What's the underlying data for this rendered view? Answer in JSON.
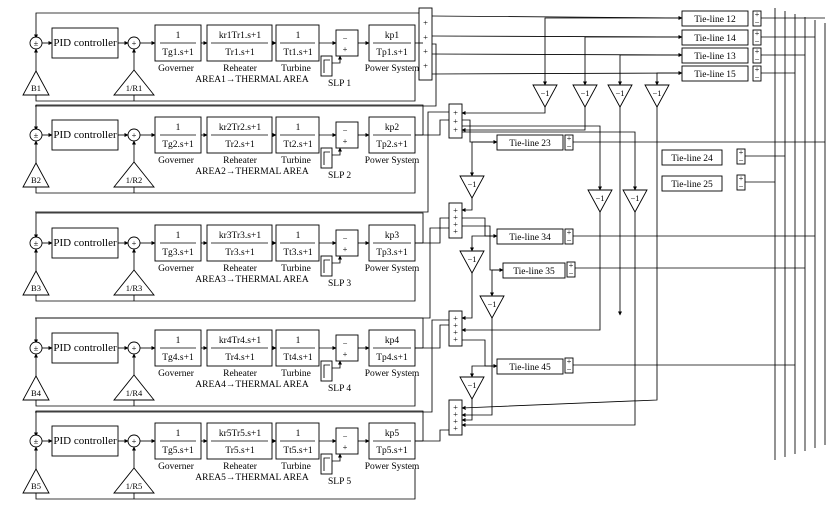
{
  "areas": [
    {
      "pid": "PID controller",
      "b": "B1",
      "r": "1/R1",
      "gov_num": "1",
      "gov_den": "Tg1.s+1",
      "reh_num": "kr1Tr1.s+1",
      "reh_den": "Tr1.s+1",
      "tur_num": "1",
      "tur_den": "Tt1.s+1",
      "pow_num": "kp1",
      "pow_den": "Tp1.s+1",
      "gov_label": "Governer",
      "reh_label": "Reheater",
      "tur_label": "Turbine",
      "pow_label": "Power System",
      "area_label": "AREA1→THERMAL AREA",
      "slp": "SLP 1"
    },
    {
      "pid": "PID controller",
      "b": "B2",
      "r": "1/R2",
      "gov_num": "1",
      "gov_den": "Tg2.s+1",
      "reh_num": "kr2Tr2.s+1",
      "reh_den": "Tr2.s+1",
      "tur_num": "1",
      "tur_den": "Tt2.s+1",
      "pow_num": "kp2",
      "pow_den": "Tp2.s+1",
      "gov_label": "Governer",
      "reh_label": "Reheater",
      "tur_label": "Turbine",
      "pow_label": "Power System",
      "area_label": "AREA2→THERMAL AREA",
      "slp": "SLP 2"
    },
    {
      "pid": "PID controller",
      "b": "B3",
      "r": "1/R3",
      "gov_num": "1",
      "gov_den": "Tg3.s+1",
      "reh_num": "kr3Tr3.s+1",
      "reh_den": "Tr3.s+1",
      "tur_num": "1",
      "tur_den": "Tt3.s+1",
      "pow_num": "kp3",
      "pow_den": "Tp3.s+1",
      "gov_label": "Governer",
      "reh_label": "Reheater",
      "tur_label": "Turbine",
      "pow_label": "Power System",
      "area_label": "AREA3→THERMAL AREA",
      "slp": "SLP 3"
    },
    {
      "pid": "PID controller",
      "b": "B4",
      "r": "1/R4",
      "gov_num": "1",
      "gov_den": "Tg4.s+1",
      "reh_num": "kr4Tr4.s+1",
      "reh_den": "Tr4.s+1",
      "tur_num": "1",
      "tur_den": "Tt4.s+1",
      "pow_num": "kp4",
      "pow_den": "Tp4.s+1",
      "gov_label": "Governer",
      "reh_label": "Reheater",
      "tur_label": "Turbine",
      "pow_label": "Power System",
      "area_label": "AREA4→THERMAL AREA",
      "slp": "SLP 4"
    },
    {
      "pid": "PID controller",
      "b": "B5",
      "r": "1/R5",
      "gov_num": "1",
      "gov_den": "Tg5.s+1",
      "reh_num": "kr5Tr5.s+1",
      "reh_den": "Tr5.s+1",
      "tur_num": "1",
      "tur_den": "Tt5.s+1",
      "pow_num": "kp5",
      "pow_den": "Tp5.s+1",
      "gov_label": "Governer",
      "reh_label": "Reheater",
      "tur_label": "Turbine",
      "pow_label": "Power System",
      "area_label": "AREA5→THERMAL AREA",
      "slp": "SLP 5"
    }
  ],
  "tielines": {
    "t12": "Tie-line 12",
    "t14": "Tie-line 14",
    "t13": "Tie-line 13",
    "t15": "Tie-line 15",
    "t23": "Tie-line 23",
    "t24": "Tie-line 24",
    "t25": "Tie-line 25",
    "t34": "Tie-line 34",
    "t35": "Tie-line 35",
    "t45": "Tie-line 45"
  },
  "gain_neg1": "−1",
  "sum_plus": "+",
  "sum_minus": "−",
  "plus_minus": "±"
}
